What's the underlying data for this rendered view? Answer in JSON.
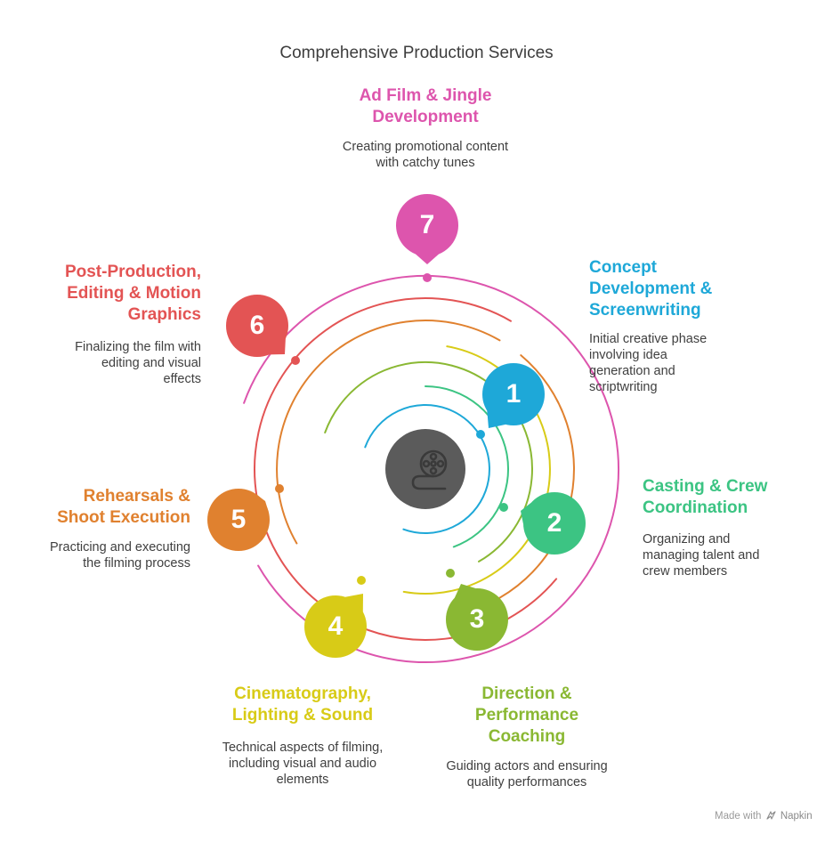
{
  "title": "Comprehensive Production Services",
  "center_icon": "film-reel-icon",
  "footer": {
    "made_with": "Made with",
    "brand": "Napkin",
    "icon": "napkin-logo-icon"
  },
  "items": [
    {
      "number": "1",
      "title": [
        "Concept",
        "Development &",
        "Screenwriting"
      ],
      "description": [
        "Initial creative phase",
        "involving idea",
        "generation and",
        "scriptwriting"
      ],
      "color": "#1ea8d8"
    },
    {
      "number": "2",
      "title": [
        "Casting & Crew",
        "Coordination"
      ],
      "description": [
        "Organizing and",
        "managing talent and",
        "crew members"
      ],
      "color": "#3cc483"
    },
    {
      "number": "3",
      "title": [
        "Direction &",
        "Performance",
        "Coaching"
      ],
      "description": [
        "Guiding actors and ensuring",
        "quality performances"
      ],
      "color": "#8ab833"
    },
    {
      "number": "4",
      "title": [
        "Cinematography,",
        "Lighting & Sound"
      ],
      "description": [
        "Technical aspects of filming,",
        "including visual and audio",
        "elements"
      ],
      "color": "#d8cb17"
    },
    {
      "number": "5",
      "title": [
        "Rehearsals &",
        "Shoot Execution"
      ],
      "description": [
        "Practicing and executing",
        "the filming process"
      ],
      "color": "#e0812f"
    },
    {
      "number": "6",
      "title": [
        "Post-Production,",
        "Editing & Motion",
        "Graphics"
      ],
      "description": [
        "Finalizing the film with",
        "editing and visual",
        "effects"
      ],
      "color": "#e35454"
    },
    {
      "number": "7",
      "title": [
        "Ad Film & Jingle",
        "Development"
      ],
      "description": [
        "Creating promotional content",
        "with catchy tunes"
      ],
      "color": "#dd55ad"
    }
  ]
}
